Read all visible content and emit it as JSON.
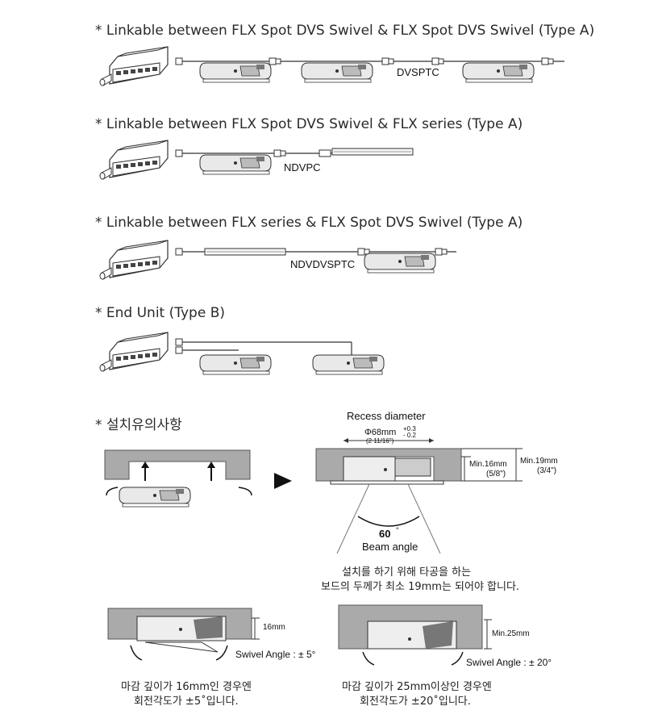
{
  "sections": [
    {
      "heading": "* Linkable between FLX Spot DVS Swivel & FLX Spot DVS Swivel (Type A)",
      "connector": "DVSPTC"
    },
    {
      "heading": "* Linkable between FLX Spot DVS Swivel & FLX series (Type A)",
      "connector": "NDVPC"
    },
    {
      "heading": "* Linkable between FLX series & FLX Spot DVS Swivel (Type A)",
      "connector": "NDVDVSPTC"
    },
    {
      "heading": "* End Unit (Type B)"
    }
  ],
  "install": {
    "heading": "* 설치유의사항",
    "recess_title": "Recess diameter",
    "diameter": "Φ68mm",
    "diameter_inch": "(2 11/16\")",
    "tol_plus": "+0.3",
    "tol_minus": "- 0.2",
    "min16": "Min.16mm",
    "min16_inch": "(5/8\")",
    "min19": "Min.19mm",
    "min19_inch": "(3/4\")",
    "beam_value": "60",
    "beam_unit": "°",
    "beam_label": "Beam angle",
    "note_line1": "설치를 하기 위해 타공을 하는",
    "note_line2": "보드의 두께가 최소 19mm는 되어야 합니다.",
    "left_depth": "16mm",
    "left_swivel": "Swivel Angle : ± 5°",
    "left_note1": "마감 깊이가 16mm인 경우엔",
    "left_note2": "회전각도가 ±5˚입니다.",
    "right_depth": "Min.25mm",
    "right_swivel": "Swivel Angle : ± 20°",
    "right_note1": "마감 깊이가 25mm이상인 경우엔",
    "right_note2": "회전각도가 ±20˚입니다."
  }
}
